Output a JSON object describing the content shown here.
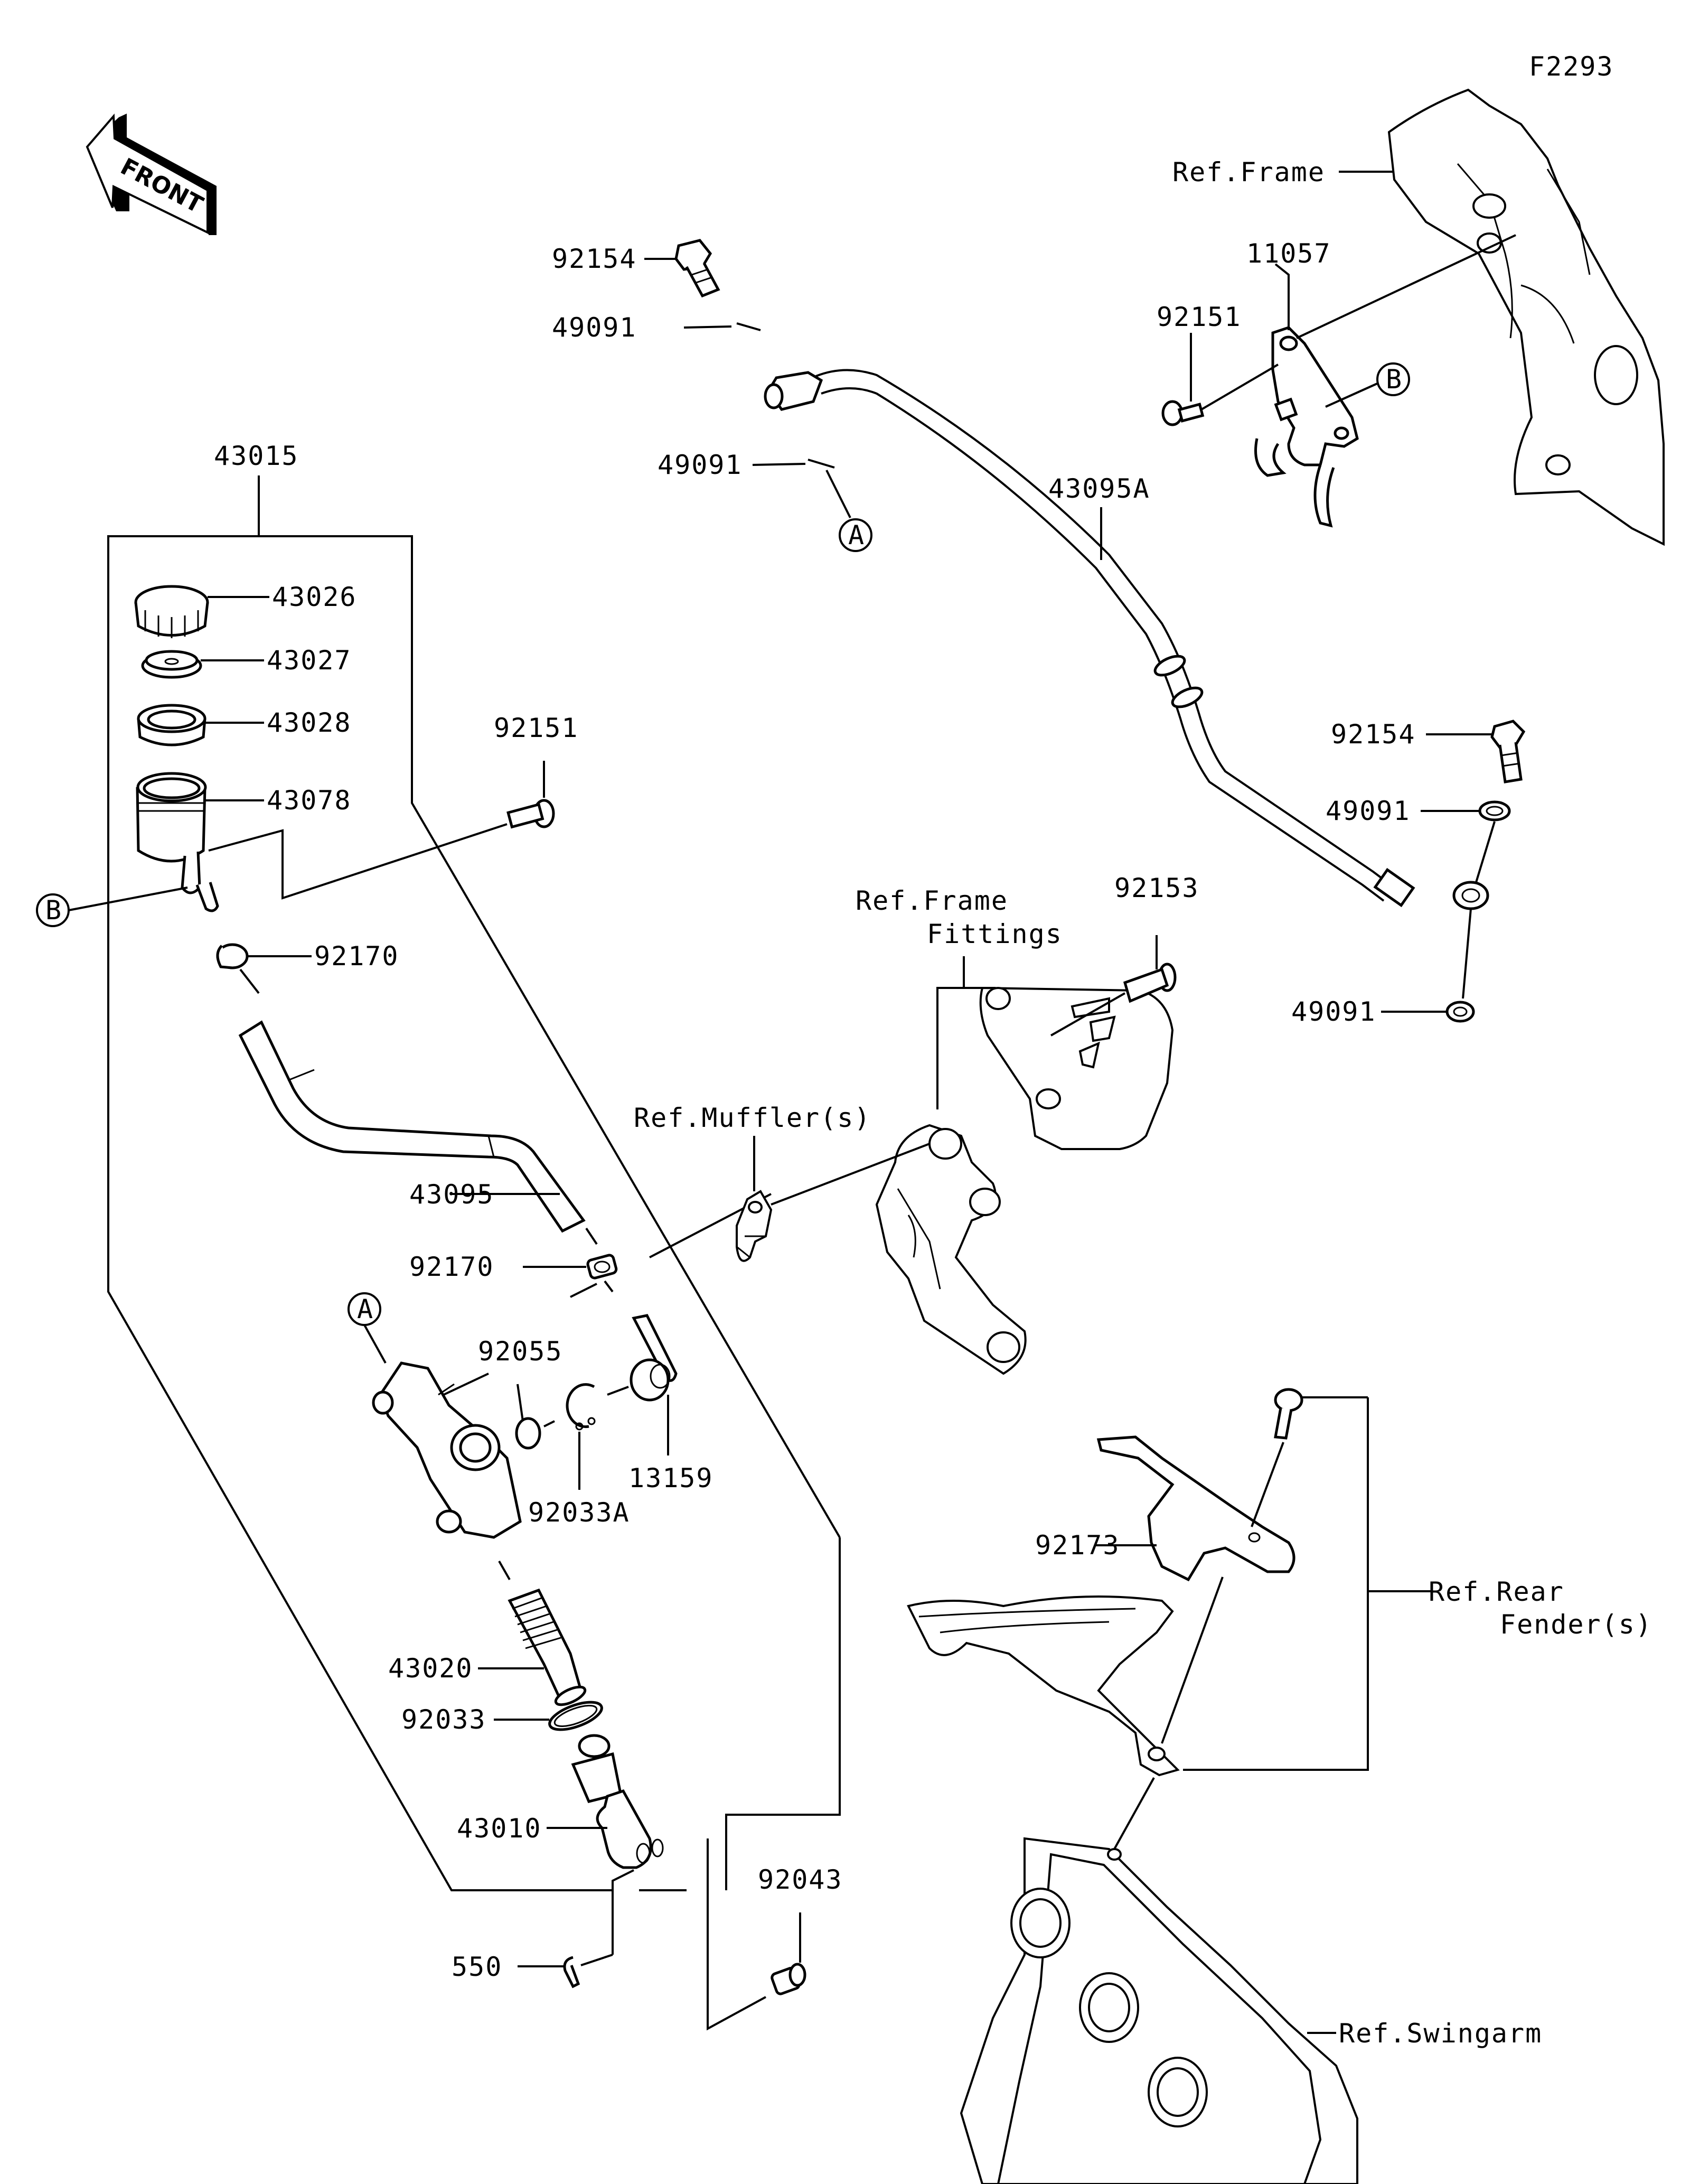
{
  "diagram": {
    "figure_id": "F2293",
    "front_label": "FRONT",
    "callouts": {
      "A": "A",
      "B": "B"
    },
    "parts": {
      "p92154_top": "92154",
      "p49091_a": "49091",
      "p49091_b": "49091",
      "p43095A": "43095A",
      "p11057": "11057",
      "p92151_top": "92151",
      "p43015": "43015",
      "p43026": "43026",
      "p43027": "43027",
      "p43028": "43028",
      "p43078": "43078",
      "p92151_mid": "92151",
      "p92170_a": "92170",
      "p43095": "43095",
      "p92170_b": "92170",
      "p92055": "92055",
      "p92033A": "92033A",
      "p13159": "13159",
      "p43020": "43020",
      "p92033": "92033",
      "p43010": "43010",
      "p550": "550",
      "p92043": "92043",
      "p92154_right": "92154",
      "p49091_c": "49091",
      "p49091_d": "49091",
      "p92153": "92153",
      "p92173": "92173"
    },
    "refs": {
      "frame": "Ref.Frame",
      "frame_fittings_1": "Ref.Frame",
      "frame_fittings_2": "Fittings",
      "muffler": "Ref.Muffler(s)",
      "rear_fender_1": "Ref.Rear",
      "rear_fender_2": "Fender(s)",
      "swingarm": "Ref.Swingarm"
    }
  }
}
